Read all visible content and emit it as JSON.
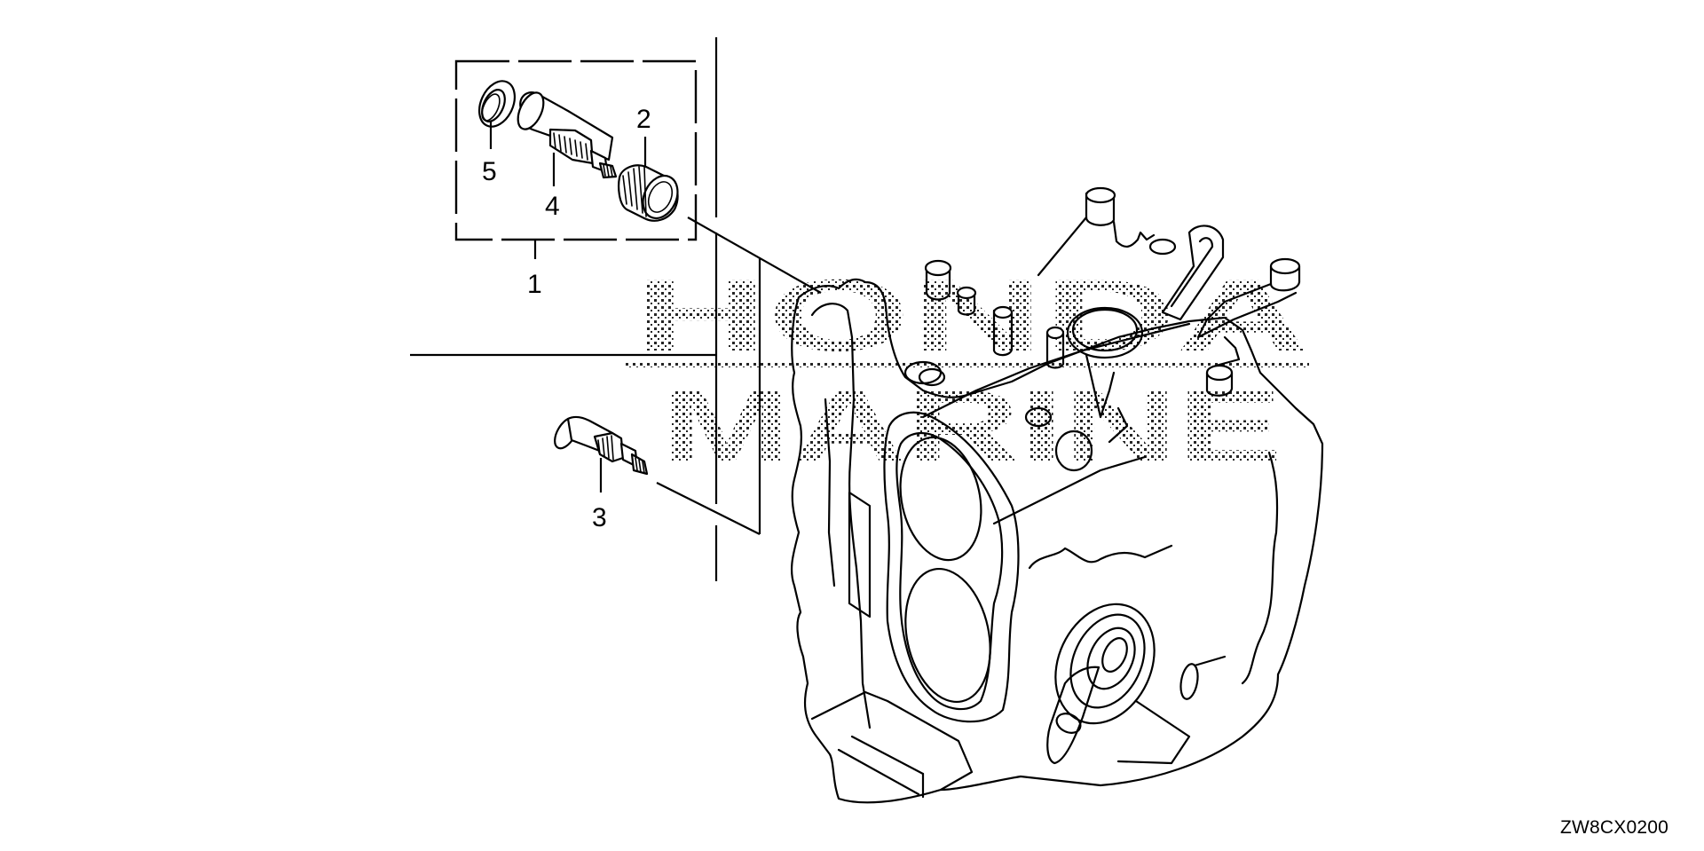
{
  "diagram": {
    "type": "exploded-parts-view",
    "subject": "engine block with speedometer/tachometer pickup parts",
    "diagram_code": "ZW8CX0200",
    "watermark": [
      "HONDA",
      "MARINE"
    ],
    "colors": {
      "line": "#000000",
      "background": "#ffffff",
      "watermark_dots": "#000000"
    },
    "callouts": [
      {
        "number": "1",
        "description": "assembly kit (dashed group box)"
      },
      {
        "number": "2",
        "description": "knurled nut / bushing"
      },
      {
        "number": "3",
        "description": "sensor / fitting"
      },
      {
        "number": "4",
        "description": "shaft with knurled collar"
      },
      {
        "number": "5",
        "description": "washer / seal ring"
      }
    ]
  }
}
